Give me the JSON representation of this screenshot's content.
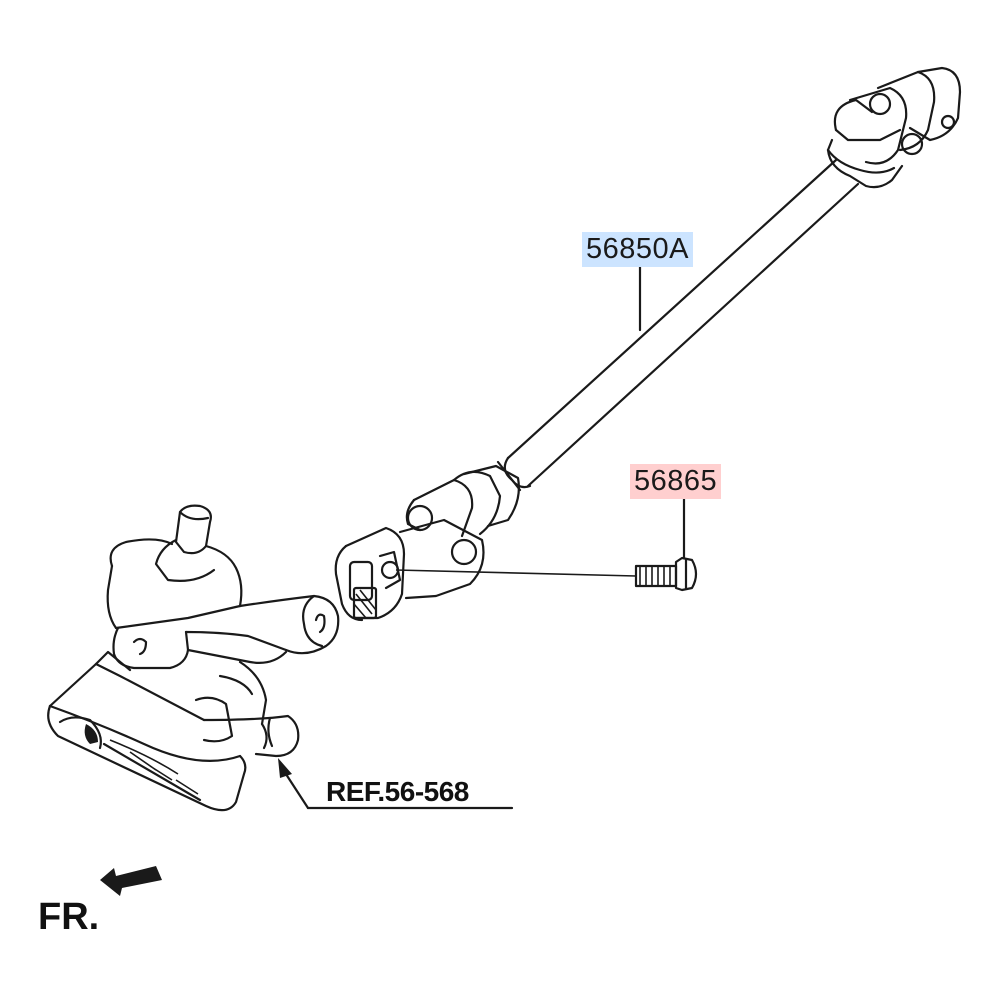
{
  "parts": [
    {
      "number": "56850A",
      "highlight": "#cce4ff"
    },
    {
      "number": "56865",
      "highlight": "#ffcfcf"
    }
  ],
  "reference": "REF.56-568",
  "direction": "FR."
}
